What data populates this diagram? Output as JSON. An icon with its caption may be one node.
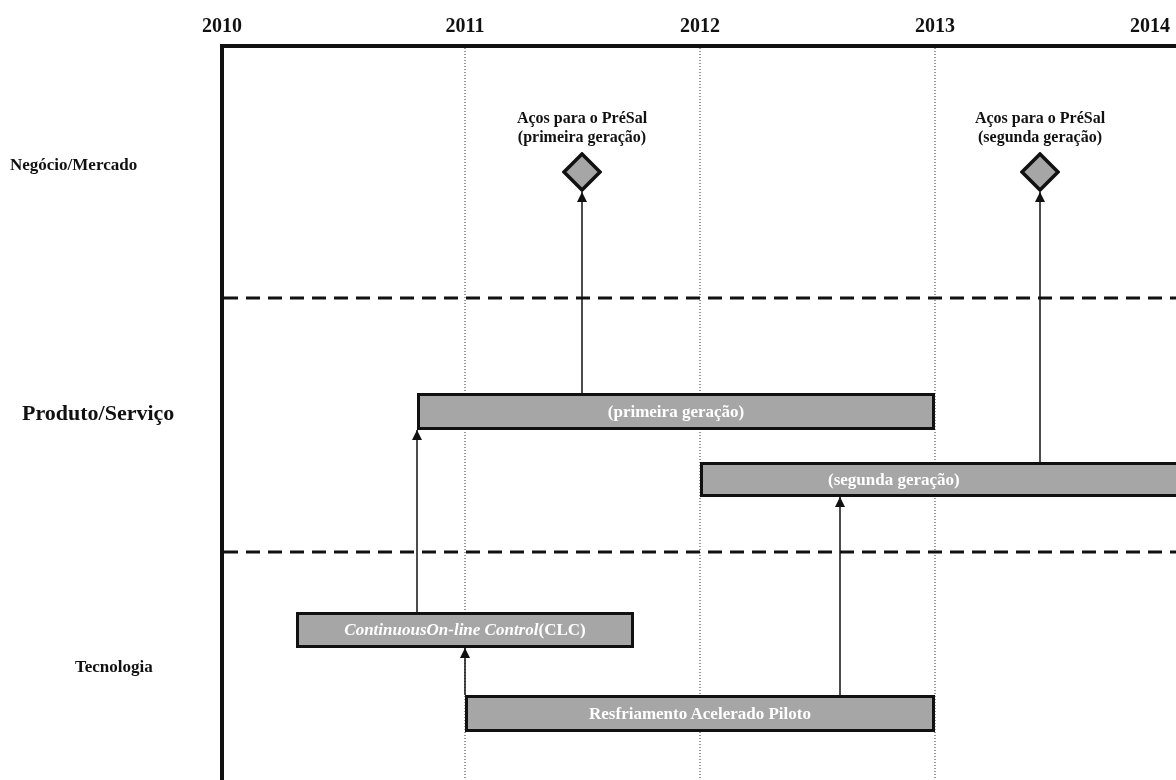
{
  "diagram": {
    "nodes": [
      {
        "text": [
          "Aços para o PréSal (primeira geração)"
        ]
      },
      {
        "text": [
          "Aços para o PréSal (segunda geração)"
        ]
      },
      {
        "text": [
          "(primeira geração)"
        ]
      },
      {
        "text": [
          "(segunda geração)"
        ]
      },
      {
        "text": [
          "*ContinuousOn-line Control*(CLC)"
        ]
      },
      {
        "text": [
          "Resfriamento Acelerado Piloto"
        ]
      }
    ],
    "edges": [
      {
        "from": 2,
        "to": 0,
        "arrow": "to"
      },
      {
        "from": 3,
        "to": 1,
        "arrow": "to"
      },
      {
        "from": 4,
        "to": 2,
        "arrow": "to"
      },
      {
        "from": 5,
        "to": 4,
        "arrow": "to"
      },
      {
        "from": 5,
        "to": 3,
        "arrow": "to"
      }
    ],
    "labels": [
      "2010",
      "2011",
      "2012",
      "2013",
      "2014",
      "Negócio/Mercado",
      "Produto/Serviço",
      "Tecnologia"
    ]
  }
}
